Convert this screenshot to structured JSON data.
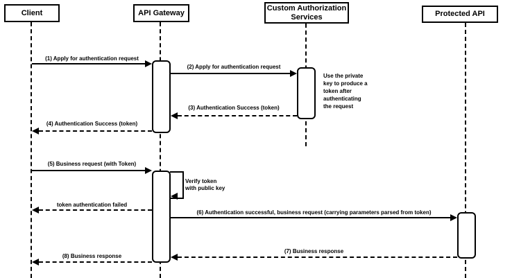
{
  "diagram": {
    "type": "uml-sequence",
    "colors": {
      "stroke": "#000000",
      "fill": "#ffffff",
      "background": "#ffffff"
    },
    "participants": [
      {
        "id": "client",
        "label": "Client"
      },
      {
        "id": "api-gateway",
        "label": "API Gateway"
      },
      {
        "id": "custom-authorization-services",
        "label": "Custom Authorization\nServices"
      },
      {
        "id": "protected-api",
        "label": "Protected API"
      }
    ],
    "messages": [
      {
        "label": "(1) Apply for authentication request",
        "from": "Client",
        "to": "API Gateway",
        "line": "solid"
      },
      {
        "label": "(2) Apply for authentication request",
        "from": "API Gateway",
        "to": "Custom Authorization Services",
        "line": "solid"
      },
      {
        "label": "(3) Authentication Success (token)",
        "from": "Custom Authorization Services",
        "to": "API Gateway",
        "line": "dashed"
      },
      {
        "label": "(4) Authentication Success (token)",
        "from": "API Gateway",
        "to": "Client",
        "line": "dashed"
      },
      {
        "label": "(5) Business request (with Token)",
        "from": "Client",
        "to": "API Gateway",
        "line": "solid"
      },
      {
        "label": "Verify token\nwith public key",
        "from": "API Gateway",
        "to": "API Gateway",
        "line": "self"
      },
      {
        "label": "token authentication failed",
        "from": "API Gateway",
        "to": "Client",
        "line": "dashed"
      },
      {
        "label": "(6) Authentication successful, business request (carrying parameters parsed from token)",
        "from": "API Gateway",
        "to": "Protected API",
        "line": "solid"
      },
      {
        "label": "(7) Business response",
        "from": "Protected API",
        "to": "API Gateway",
        "line": "dashed"
      },
      {
        "label": "(8) Business response",
        "from": "API Gateway",
        "to": "Client",
        "line": "dashed"
      }
    ],
    "note": {
      "text": "Use the private\nkey to produce a\ntoken after\nauthenticating\nthe request",
      "attached_to": "Custom Authorization Services"
    }
  }
}
